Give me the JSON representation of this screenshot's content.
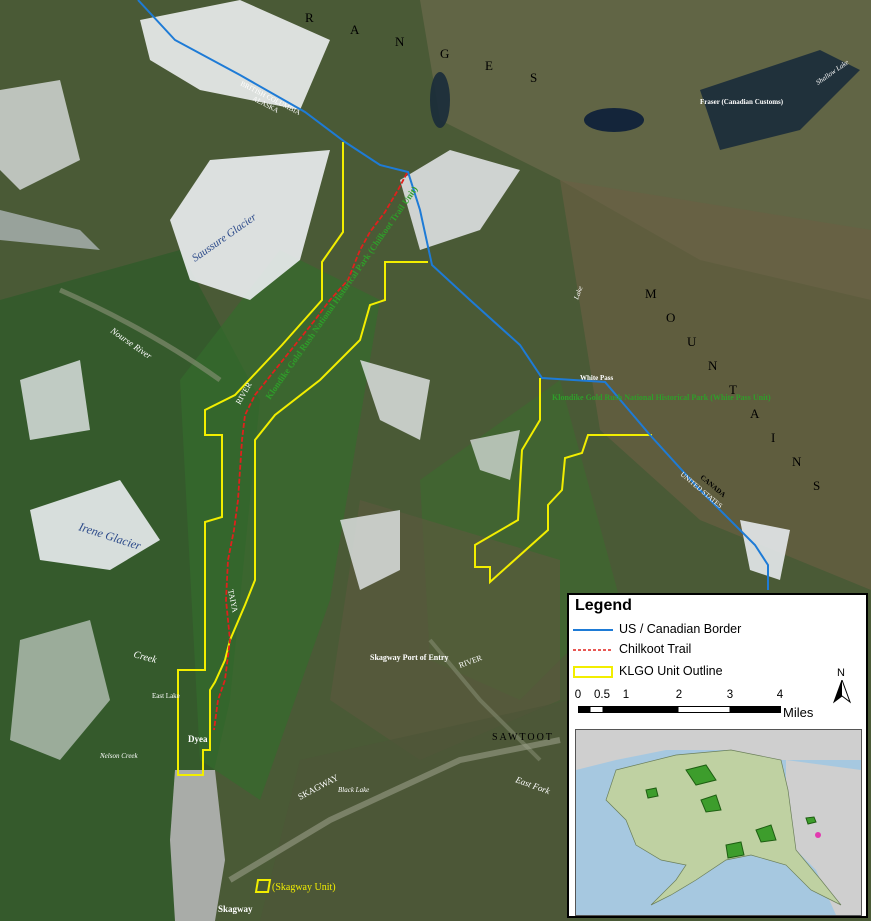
{
  "map": {
    "labels": {
      "british_columbia": "BRITISH COLUMBIA",
      "alaska": "ALASKA",
      "saussure_glacier": "Saussure Glacier",
      "irene_glacier": "Irene Glacier",
      "nourse_river": "Nourse River",
      "taiya_river": "RIVER",
      "taiya": "TAIYA",
      "creek_west": "Creek",
      "nelson_creek": "Nelson Creek",
      "east_lake": "East Lake",
      "dyea": "Dyea",
      "skagway_river": "SKAGWAY",
      "skagway_port": "Skagway Port of Entry",
      "skagway": "Skagway",
      "skagway_unit": "(Skagway Unit)",
      "chilkoot_unit": "Klondike Gold Rush National Historical Park (Chilkoot Trail Unit)",
      "white_pass_unit": "Klondike Gold Rush National Historical Park (White Pass Unit)",
      "white_pass": "White Pass",
      "fraser": "Fraser (Canadian Customs)",
      "canada": "CANADA",
      "united_states": "UNITED STATES",
      "range_chars": [
        "R",
        "A",
        "N",
        "G",
        "E",
        "S"
      ],
      "mountains_chars": [
        "M",
        "O",
        "U",
        "N",
        "T",
        "A",
        "I",
        "N",
        "S"
      ],
      "sawtooth": "SAWTOOT",
      "east_fork": "East Fork",
      "river_mid": "RIVER",
      "lake_bennett": "Lake",
      "shallow_lake": "Shallow Lake",
      "black_lake": "Black Lake"
    }
  },
  "legend": {
    "title": "Legend",
    "items": [
      {
        "label": "US / Canadian Border",
        "color": "#1e7bd6",
        "style": "solid"
      },
      {
        "label": "Chilkoot Trail",
        "color": "#e0201c",
        "style": "dashed"
      },
      {
        "label": "KLGO Unit Outline",
        "color": "#f2ee00",
        "style": "box"
      }
    ],
    "scale": {
      "ticks": [
        "0",
        "0.5",
        "1",
        "2",
        "3",
        "4"
      ],
      "unit": "Miles"
    },
    "north": "N"
  },
  "colors": {
    "border": "#1e7bd6",
    "trail": "#e0201c",
    "unit_outline": "#f2ee00",
    "unit_label": "#2f9e2a"
  }
}
